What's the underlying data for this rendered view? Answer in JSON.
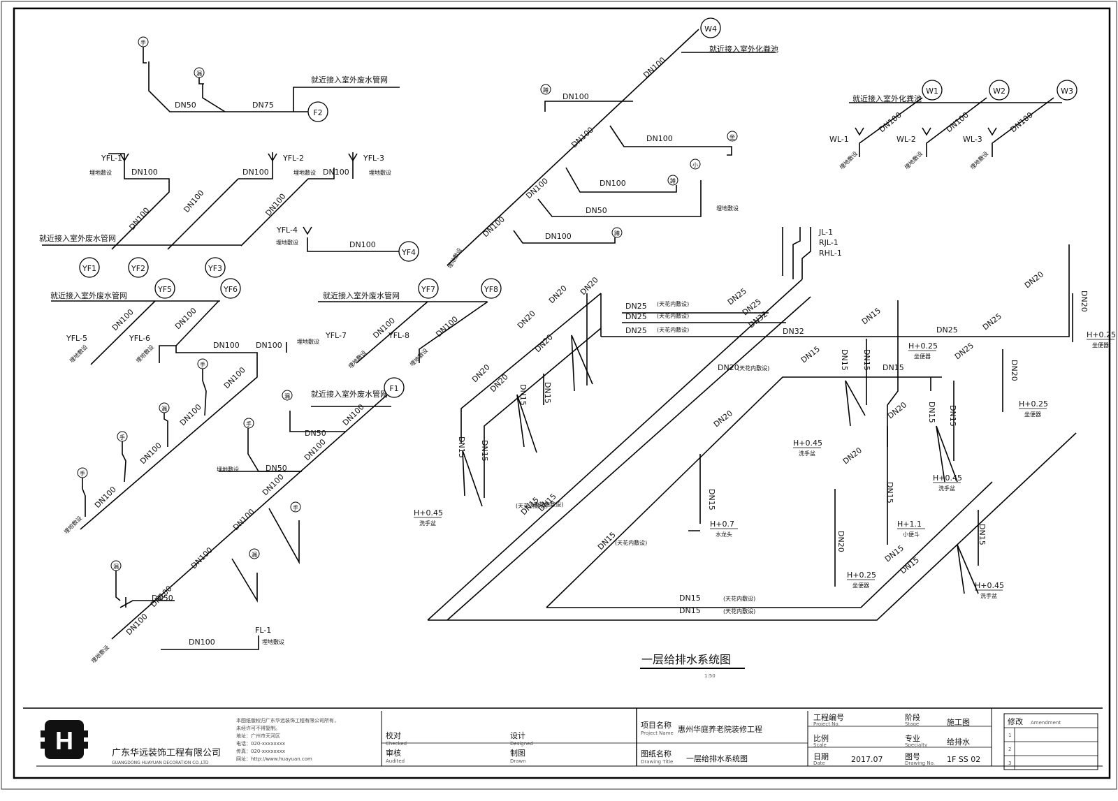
{
  "drawing": {
    "title": "一层给排水系统图",
    "title_note": "1:50",
    "outlets": [
      "W4",
      "F2",
      "W1",
      "W2",
      "W3",
      "YF1",
      "YF2",
      "YF3",
      "YF4",
      "YF5",
      "YF6",
      "YF7",
      "YF8",
      "F1"
    ],
    "notes": {
      "to_outdoor_waste": "就近接入室外废水管网",
      "to_outdoor_septic": "就近接入室外化粪池",
      "floor_drain": "地漏",
      "underground": "埋地敷设",
      "ceiling_install": "天花内敷设"
    },
    "risers": [
      "YFL-1",
      "YFL-2",
      "YFL-3",
      "YFL-4",
      "YFL-5",
      "YFL-6",
      "YFL-7",
      "YFL-8",
      "FL-1",
      "WL-1",
      "WL-2",
      "WL-3",
      "JL-1",
      "RJL-1",
      "RHL-1"
    ],
    "fixtures": [
      "手",
      "漏",
      "坐",
      "蹲",
      "小"
    ],
    "pipe_sizes": [
      "DN15",
      "DN20",
      "DN25",
      "DN32",
      "DN50",
      "DN75",
      "DN100"
    ],
    "elevations": [
      "H+0.25",
      "H+0.45",
      "H+0.7",
      "H+1.1"
    ],
    "fixture_names": {
      "sink": "洗手盆",
      "toilet": "坐便器",
      "urinal": "小便斗",
      "faucet": "水龙头"
    }
  },
  "title_block": {
    "company_name": "广东华远装饰工程有限公司",
    "company_en": "GUANGDONG HUAYUAN DECORATION CO.,LTD",
    "logo_letter": "H",
    "notes_lines": [
      "本图纸版权归广东华远装饰工程有限公司所有，",
      "未经许可不得复制。",
      "地址：广州市天河区",
      "电话：020-xxxxxxxx",
      "传真：020-xxxxxxxx",
      "网址：http://www.huayuan.com"
    ],
    "check_label": "校对",
    "check_en": "Checked",
    "review_label": "审核",
    "review_en": "Audited",
    "design_label": "设计",
    "design_en": "Designed",
    "draw_label": "制图",
    "draw_en": "Drawn",
    "project_label": "项目名称",
    "project_en": "Project Name",
    "project_value": "惠州华庭养老院装修工程",
    "drawing_label": "图纸名称",
    "drawing_en": "Drawing Title",
    "drawing_value": "一层给排水系统图",
    "job_label": "工程编号",
    "job_en": "Project No.",
    "phase_label": "阶段",
    "phase_en": "Stage",
    "phase_value": "施工图",
    "scale_label": "比例",
    "scale_en": "Scale",
    "major_label": "专业",
    "major_en": "Specialty",
    "major_value": "给排水",
    "date_label": "日期",
    "date_en": "Date",
    "date_value": "2017.07",
    "sheet_label": "图号",
    "sheet_en": "Drawing No.",
    "sheet_value": "1F SS 02",
    "revision_label": "修改",
    "revision_en": "Amendment",
    "rev_rows": [
      "1",
      "2",
      "3"
    ]
  }
}
